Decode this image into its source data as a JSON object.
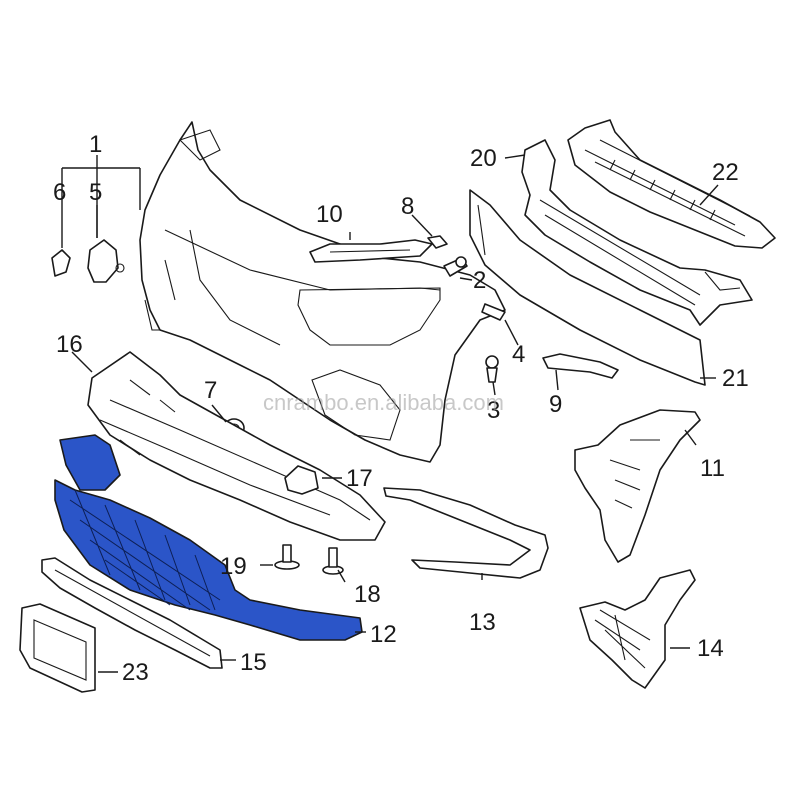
{
  "watermark": "cnrambo.en.alibaba.com",
  "highlight_color": "#2b55c8",
  "callouts": {
    "c1": "1",
    "c2": "2",
    "c3": "3",
    "c4": "4",
    "c5": "5",
    "c6": "6",
    "c7": "7",
    "c8": "8",
    "c9": "9",
    "c10": "10",
    "c11": "11",
    "c12": "12",
    "c13": "13",
    "c14": "14",
    "c15": "15",
    "c16": "16",
    "c17": "17",
    "c18": "18",
    "c19": "19",
    "c20": "20",
    "c21": "21",
    "c22": "22",
    "c23": "23"
  },
  "highlighted_part": "12"
}
